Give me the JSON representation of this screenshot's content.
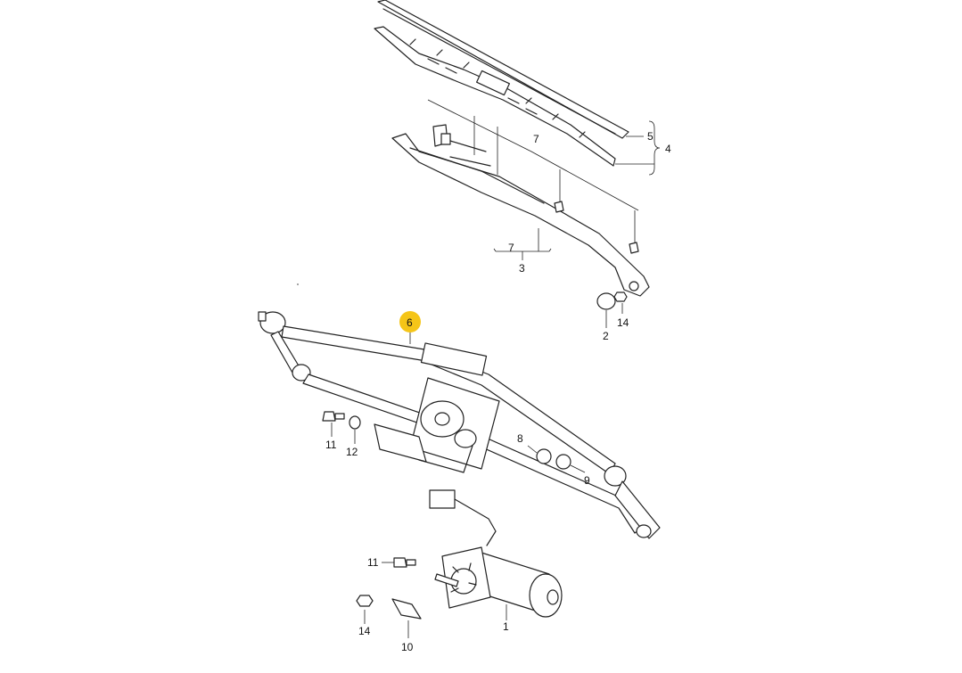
{
  "diagram": {
    "highlight_color": "#f5c518",
    "line_color": "#222222",
    "callouts": {
      "c1": "1",
      "c2": "2",
      "c3": "3",
      "c4": "4",
      "c5": "5",
      "c6": "6",
      "c7a": "7",
      "c7b": "7",
      "c8": "8",
      "c9": "9",
      "c10": "10",
      "c11a": "11",
      "c11b": "11",
      "c12": "12",
      "c14a": "14",
      "c14b": "14"
    },
    "highlighted_callout": "6"
  }
}
